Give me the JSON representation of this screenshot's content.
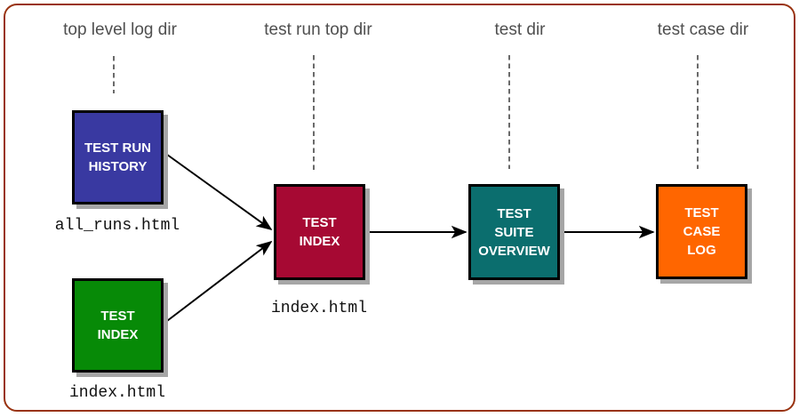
{
  "diagram": {
    "title_context": "HTML log file structure diagram",
    "column_headers": [
      {
        "label": "top level log dir"
      },
      {
        "label": "test run top dir"
      },
      {
        "label": "test dir"
      },
      {
        "label": "test case dir"
      }
    ],
    "nodes": {
      "test_run_history": {
        "label": "TEST RUN\nHISTORY",
        "color": "#3939A1",
        "file_label": "all_runs.html"
      },
      "top_test_index": {
        "label": "TEST\nINDEX",
        "color": "#078A07",
        "file_label": "index.html"
      },
      "run_test_index": {
        "label": "TEST\nINDEX",
        "color": "#A60933",
        "file_label": "index.html"
      },
      "test_suite_overview": {
        "label": "TEST\nSUITE\nOVERVIEW",
        "color": "#0B6E6E"
      },
      "test_case_log": {
        "label": "TEST\nCASE\nLOG",
        "color": "#FF6600"
      }
    },
    "connections": [
      {
        "from": "test_run_history",
        "to": "run_test_index"
      },
      {
        "from": "top_test_index",
        "to": "run_test_index"
      },
      {
        "from": "run_test_index",
        "to": "test_suite_overview"
      },
      {
        "from": "test_suite_overview",
        "to": "test_case_log"
      }
    ],
    "colors": {
      "frame_border": "#993311",
      "header_text": "#4F4F4F",
      "node_border": "#000000",
      "node_text": "#FFFFFF",
      "node_shadow": "#A6A6A6",
      "connector": "#000000",
      "background": "#FFFFFF"
    }
  }
}
